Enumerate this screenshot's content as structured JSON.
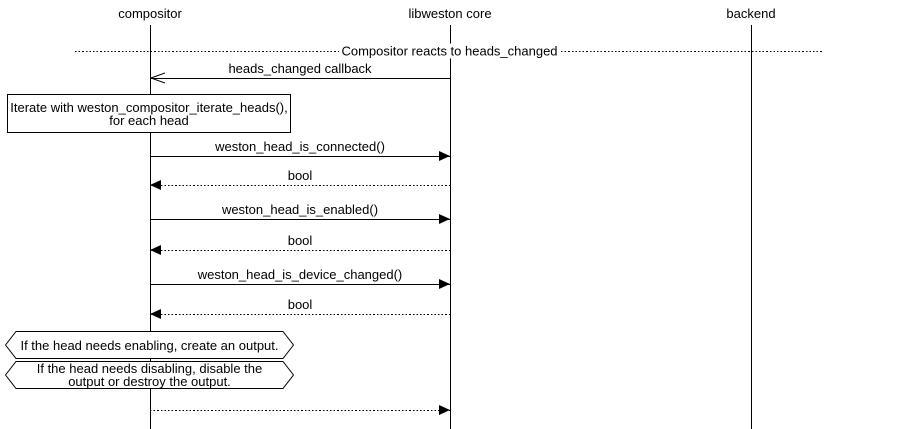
{
  "colors": {
    "foreground": "#000000",
    "background": "#ffffff"
  },
  "diagram": {
    "type": "uml-sequence-diagram",
    "title": "Compositor reacts to heads_changed",
    "lifelines": [
      {
        "label": "compositor"
      },
      {
        "label": "libweston core"
      },
      {
        "label": "backend"
      }
    ],
    "messages": [
      {
        "label": "heads_changed callback",
        "from": "libweston core",
        "to": "compositor",
        "line": "solid",
        "arrowhead": "open"
      },
      {
        "label": "weston_head_is_connected()",
        "from": "compositor",
        "to": "libweston core",
        "line": "solid",
        "arrowhead": "filled"
      },
      {
        "label": "bool",
        "from": "libweston core",
        "to": "compositor",
        "line": "dotted",
        "arrowhead": "filled"
      },
      {
        "label": "weston_head_is_enabled()",
        "from": "compositor",
        "to": "libweston core",
        "line": "solid",
        "arrowhead": "filled"
      },
      {
        "label": "bool",
        "from": "libweston core",
        "to": "compositor",
        "line": "dotted",
        "arrowhead": "filled"
      },
      {
        "label": "weston_head_is_device_changed()",
        "from": "compositor",
        "to": "libweston core",
        "line": "solid",
        "arrowhead": "filled"
      },
      {
        "label": "bool",
        "from": "libweston core",
        "to": "compositor",
        "line": "dotted",
        "arrowhead": "filled"
      },
      {
        "label": "",
        "from": "compositor",
        "to": "libweston core",
        "line": "dotted",
        "arrowhead": "filled"
      }
    ],
    "notes": [
      {
        "shape": "rectangle",
        "text": "Iterate with weston_compositor_iterate_heads(), for each head"
      },
      {
        "shape": "hexagon",
        "text": "If the head needs enabling, create an output."
      },
      {
        "shape": "hexagon",
        "text": "If the head needs disabling, disable the output or destroy the output."
      }
    ]
  }
}
